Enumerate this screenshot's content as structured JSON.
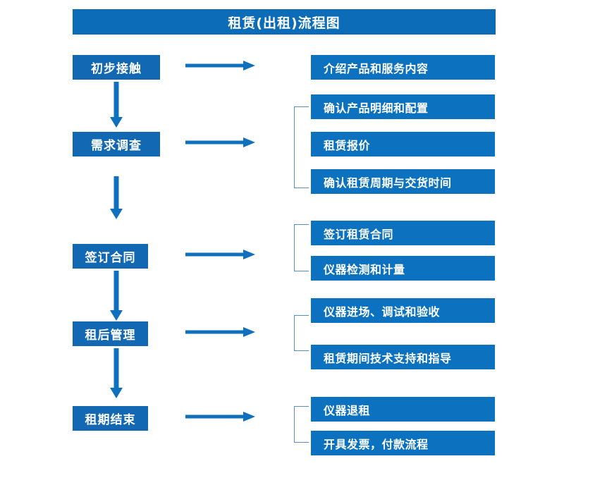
{
  "diagram": {
    "title": "租赁(出租)流程图",
    "colors": {
      "title_bar": "#0C6CB8",
      "node_box": "#1268B3",
      "detail_box": "#0C72C0",
      "arrow": "#0F71BE",
      "bracket": "#5B8DC4",
      "text": "#FFFFFF",
      "background": "#FFFFFF"
    },
    "stages": [
      {
        "label": "初步接触",
        "details": [
          "介绍产品和服务内容"
        ],
        "grouped": false
      },
      {
        "label": "需求调查",
        "details": [
          "确认产品明细和配置",
          "租赁报价",
          "确认租赁周期与交货时间"
        ],
        "grouped": true
      },
      {
        "label": "签订合同",
        "details": [
          "签订租赁合同",
          "仪器检测和计量"
        ],
        "grouped": true
      },
      {
        "label": "租后管理",
        "details": [
          "仪器进场、调试和验收",
          "租赁期间技术支持和指导"
        ],
        "grouped": true
      },
      {
        "label": "租期结束",
        "details": [
          "仪器退租",
          "开具发票，付款流程"
        ],
        "grouped": true
      }
    ]
  }
}
